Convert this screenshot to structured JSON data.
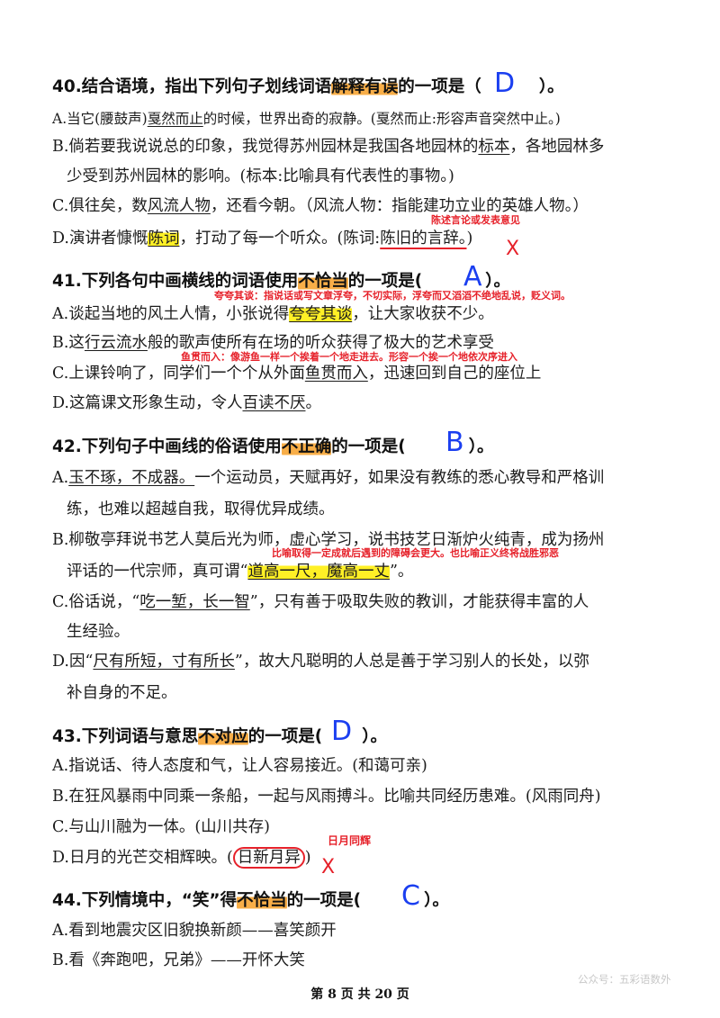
{
  "q40": {
    "pre": "40.结合语境，指出下列句子划线词语",
    "hl": "解释有误",
    "post": "的一项是（",
    "close": "）。",
    "answer": "D",
    "opts": {
      "a1": "A.当它(腰鼓声)",
      "a_u": "戛然而止",
      "a2": "的时候，世界出奇的寂静。(戛然而止:形容声音突然中止。)",
      "b1": "B.倘若要我说说总的印象，我觉得苏州园林是我国各地园林的",
      "b_u": "标本",
      "b2": "，各地园林多",
      "b3": "少受到苏州园林的影响。(标本:比喻具有代表性的事物。)",
      "c1": "C.俱往矣，数",
      "c_u": "风流人物",
      "c2": "，还看今朝。（风流人物：指能建功立业的英雄人物。）",
      "d1": "D.演讲者慷慨",
      "d_u": "陈词",
      "d2": "，打动了每一个听众。(陈词:",
      "d_red": "陈旧的言辞。",
      "d3": ")"
    },
    "note": "陈述言论或发表意见",
    "mark": "X"
  },
  "q41": {
    "pre": "41.下列各句中画横线的词语使用",
    "hl": "不恰当",
    "post": "的一项是(",
    "close": "）。",
    "answer": "A",
    "note1": "夸夸其谈：指说话或写文章浮夸，不切实际，浮夸而又滔滔不绝地乱说，贬义词。",
    "note2": "鱼贯而入：像游鱼一样一个挨着一个地走进去。形容一个挨一个地依次序进入",
    "opts": {
      "a1": "A.谈起当地的风土人情，小张说得",
      "a_u": "夸夸其谈",
      "a2": "，让大家收获不少。",
      "b1": "B.这",
      "b_u": "行云流水",
      "b2": "般的歌声使所有在场的听众获得了极大的艺术享受",
      "c1": "C.上课铃响了，同学们一个个从外面",
      "c_u": "鱼贯而入",
      "c2": "，迅速回到自己的座位上",
      "d1": "D.这篇课文形象生动，令人",
      "d_u": "百读不厌",
      "d2": "。"
    }
  },
  "q42": {
    "pre": "42.下列句子中画线的俗语使用",
    "hl": "不正确",
    "post": "的一项是(",
    "close": "）。",
    "answer": "B",
    "note": "比喻取得一定成就后遇到的障碍会更大。也比喻正义终将战胜邪恶",
    "opts": {
      "a1": "A.",
      "a_u": "玉不琢，不成器。",
      "a2": "一个运动员，天赋再好，如果没有教练的悉心教导和严格训",
      "a3": "练，也难以超越自我，取得优异成绩。",
      "b1": "B.柳敬亭拜说书艺人莫后光为师，虚心学习，说书技艺日渐炉火纯青，成为扬州",
      "b2": "评话的一代宗师，真可谓“",
      "b_u": "道高一尺，魔高一丈",
      "b3": "”。",
      "c1": "C.俗话说，“",
      "c_u": "吃一堑，长一智",
      "c2": "”，只有善于吸取失败的教训，才能获得丰富的人",
      "c3": "生经验。",
      "d1": "D.因“",
      "d_u": "尺有所短，寸有所长",
      "d2": "”，故大凡聪明的人总是善于学习别人的长处，以弥",
      "d3": "补自身的不足。"
    }
  },
  "q43": {
    "pre": "43.下列词语与意思",
    "hl": "不对应",
    "post": "的一项是(",
    "close": "）。",
    "answer": "D",
    "note": "日月同辉",
    "mark": "X",
    "opts": {
      "a": "A.指说话、待人态度和气，让人容易接近。(和蔼可亲)",
      "b": "B.在狂风暴雨中同乘一条船，一起与风雨搏斗。比喻共同经历患难。(风雨同舟)",
      "c": "C.与山川融为一体。(山川共存)",
      "d1": "D.日月的光芒交相辉映。(",
      "d_c": "日新月异",
      "d2": ")"
    }
  },
  "q44": {
    "pre": "44.下列情境中，“笑”得",
    "hl": "不恰当",
    "post": "的一项是(",
    "close": "）。",
    "answer": "C",
    "opts": {
      "a": "A.看到地震灾区旧貌换新颜——喜笑颜开",
      "b": "B.看《奔跑吧，兄弟》——开怀大笑"
    }
  },
  "footer": "第 8 页 共 20 页",
  "watermark": "公众号：五彩语数外"
}
